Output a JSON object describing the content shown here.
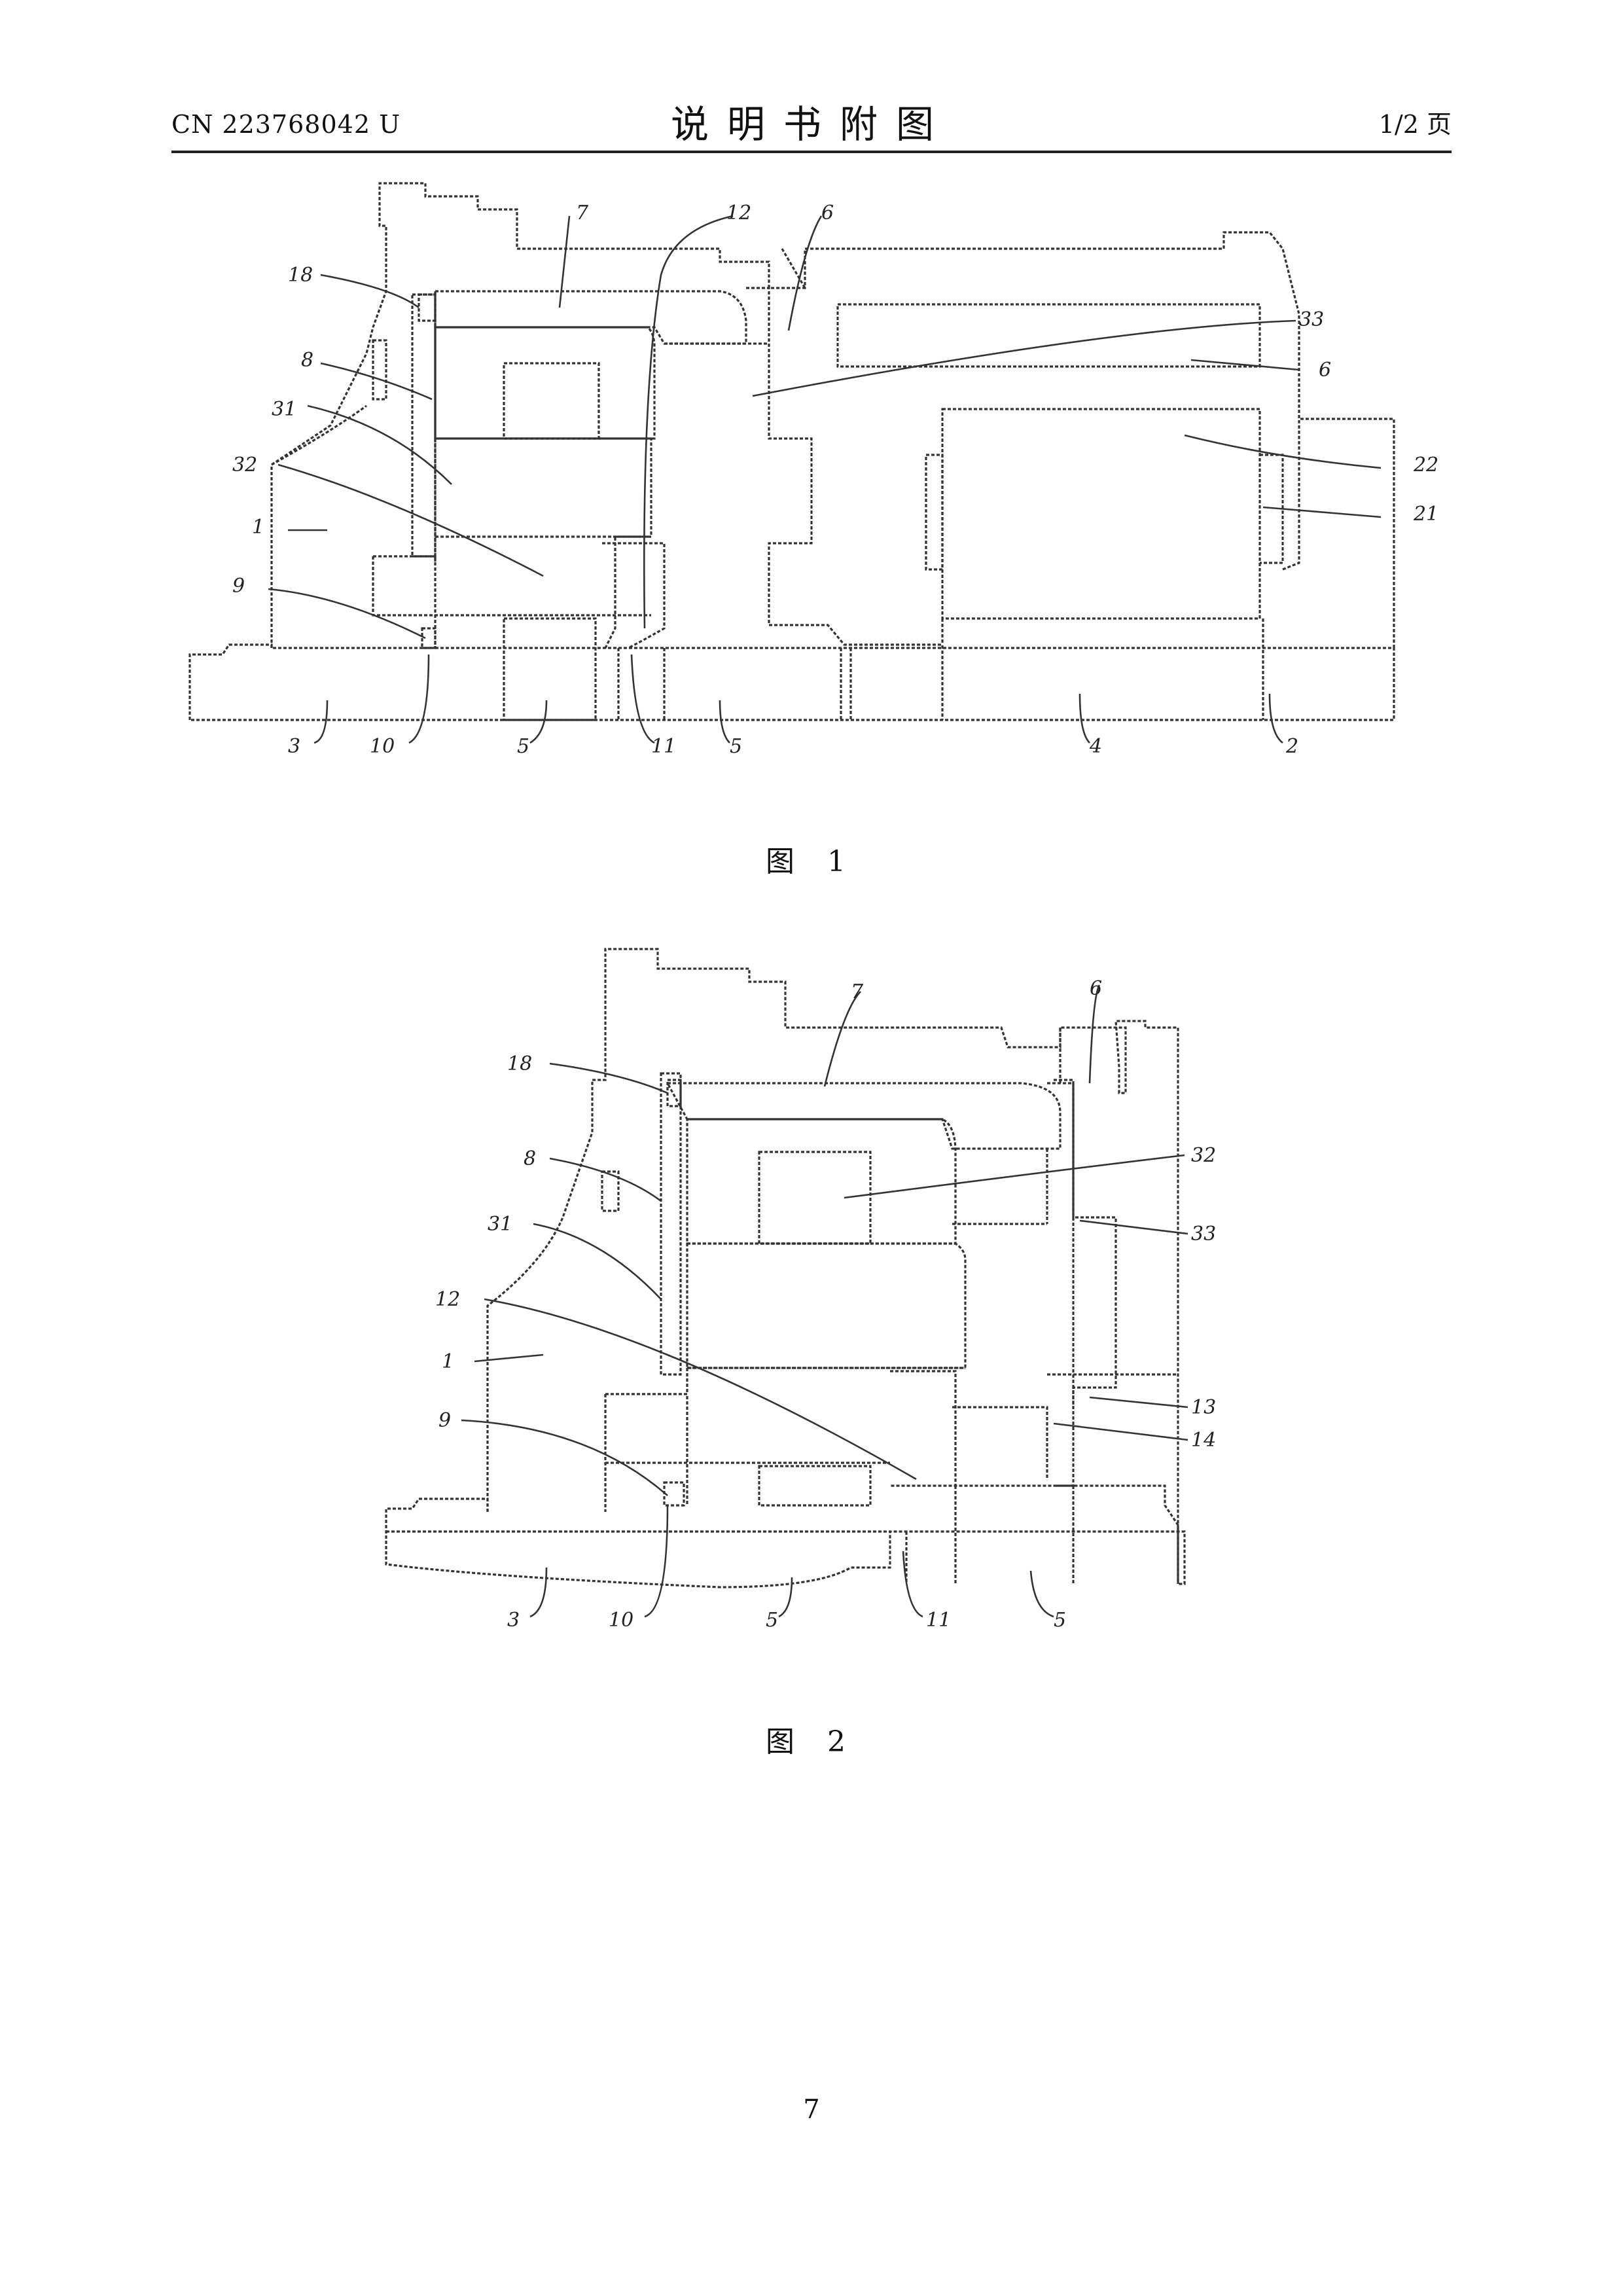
{
  "header": {
    "publication_number": "CN 223768042 U",
    "title": "说明书附图",
    "page_indicator": "1/2 页"
  },
  "figures": [
    {
      "caption": "图 1",
      "labels": [
        "7",
        "12",
        "6",
        "18",
        "8",
        "31",
        "32",
        "1",
        "9",
        "33",
        "6",
        "22",
        "21",
        "3",
        "10",
        "5",
        "11",
        "5",
        "4",
        "2"
      ]
    },
    {
      "caption": "图 2",
      "labels": [
        "7",
        "6",
        "18",
        "8",
        "31",
        "12",
        "1",
        "9",
        "32",
        "33",
        "13",
        "14",
        "3",
        "10",
        "5",
        "11",
        "5"
      ]
    }
  ],
  "page_number": "7"
}
